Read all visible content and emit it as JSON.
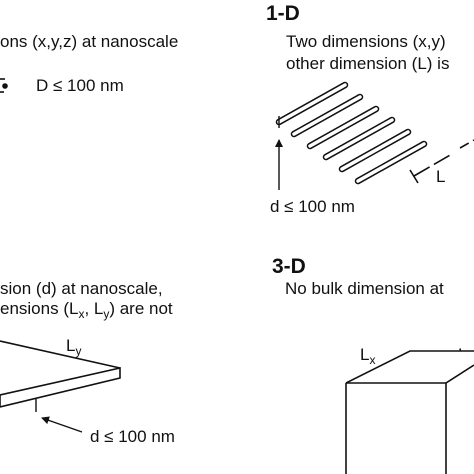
{
  "quadrant_0d": {
    "description_line": "ons (x,y,z) at nanoscale",
    "dimension_label": "D ≤ 100 nm"
  },
  "quadrant_1d": {
    "heading": "1-D",
    "description_line1": "Two dimensions (x,y)",
    "description_line2": "other dimension (L) is",
    "length_label": "L",
    "dimension_label": "d ≤ 100 nm"
  },
  "quadrant_2d": {
    "description_line1": "sion (d) at nanoscale,",
    "description_line2_prefix": "ensions (L",
    "lx_sub": "x",
    "sep": ", L",
    "ly_sub": "y",
    "description_line2_suffix": ") are not",
    "ly_base": "L",
    "ly_label_sub": "y",
    "dimension_label": "d ≤ 100 nm"
  },
  "quadrant_3d": {
    "heading": "3-D",
    "description_line": "No bulk dimension at",
    "lx_base": "L",
    "lx_sub": "x",
    "ly_base": "L"
  },
  "colors": {
    "ink": "#111111",
    "background": "#ffffff"
  }
}
